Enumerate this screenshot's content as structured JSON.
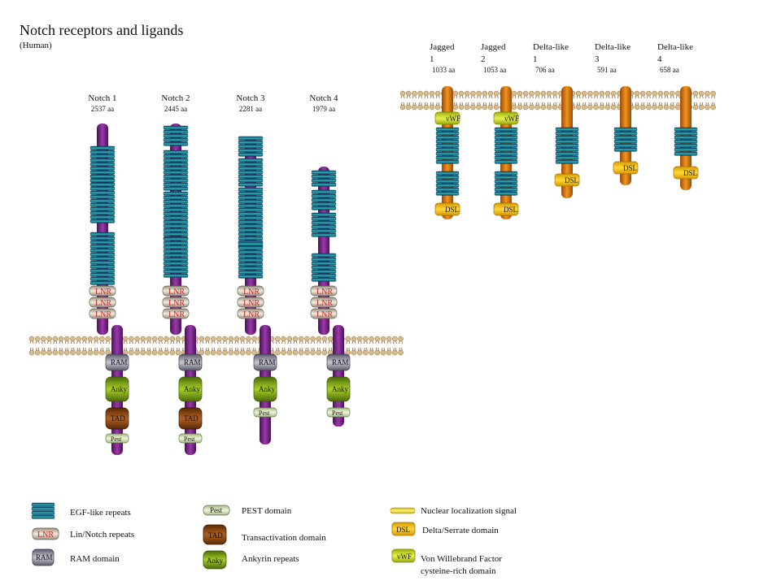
{
  "title": "Notch receptors and ligands",
  "subtitle": "(Human)",
  "receptors": [
    {
      "name": "Notch 1",
      "length": "2537 aa",
      "domains": [
        "RAM",
        "Anky",
        "TAD",
        "Pest"
      ],
      "lnr": [
        "LNR",
        "LNR",
        "LNR"
      ]
    },
    {
      "name": "Notch 2",
      "length": "2445 aa",
      "domains": [
        "RAM",
        "Anky",
        "TAD",
        "Pest"
      ],
      "lnr": [
        "LNR",
        "LNR",
        "LNR"
      ]
    },
    {
      "name": "Notch 3",
      "length": "2281 aa",
      "domains": [
        "RAM",
        "Anky",
        "Pest"
      ],
      "lnr": [
        "LNR",
        "LNR",
        "LNR"
      ]
    },
    {
      "name": "Notch 4",
      "length": "1979 aa",
      "domains": [
        "RAM",
        "Anky",
        "Pest"
      ],
      "lnr": [
        "LNR",
        "LNR",
        "LNR"
      ]
    }
  ],
  "ligands": [
    {
      "name_line1": "Jagged",
      "name_line2": "1",
      "length": "1033 aa",
      "vwf": "vWF",
      "dsl": "DSL"
    },
    {
      "name_line1": "Jagged",
      "name_line2": "2",
      "length": "1053 aa",
      "vwf": "vWF",
      "dsl": "DSL"
    },
    {
      "name_line1": "Delta-like",
      "name_line2": "1",
      "length": "706 aa",
      "dsl": "DSL"
    },
    {
      "name_line1": "Delta-like",
      "name_line2": "3",
      "length": "591 aa",
      "dsl": "DSL"
    },
    {
      "name_line1": "Delta-like",
      "name_line2": "4",
      "length": "658 aa",
      "dsl": "DSL"
    }
  ],
  "legend": {
    "egf": "EGF-like  repeats",
    "lnr_badge": "LNR",
    "lnr": "Lin/Notch repeats",
    "ram_badge": "RAM",
    "ram": "RAM  domain",
    "pest_badge": "Pest",
    "pest": "PEST domain",
    "tad_badge": "TAD",
    "tad": "Transactivation domain",
    "anky_badge": "Anky",
    "anky": "Ankyrin repeats",
    "nls": "Nuclear localization signal",
    "dsl_badge": "DSL",
    "dsl": "Delta/Serrate domain",
    "vwf_badge": "vWF",
    "vwf_line1": "Von Willebrand Factor",
    "vwf_line2": "cysteine-rich domain"
  },
  "colors": {
    "egf": "#1f9e9e",
    "egf_dark": "#0d3d6e",
    "stalk_purple": "#7a2a8a",
    "stalk_orange": "#e0781a",
    "lnr_fill": "#e6dccc",
    "lnr_text": "#cc2222",
    "ram": "#8a8a9a",
    "anky": "#8cb81e",
    "tad": "#8a4410",
    "pest": "#d8e8b0",
    "dsl": "#f5c400",
    "vwf": "#d6e628",
    "membrane": "#c8aa78"
  }
}
